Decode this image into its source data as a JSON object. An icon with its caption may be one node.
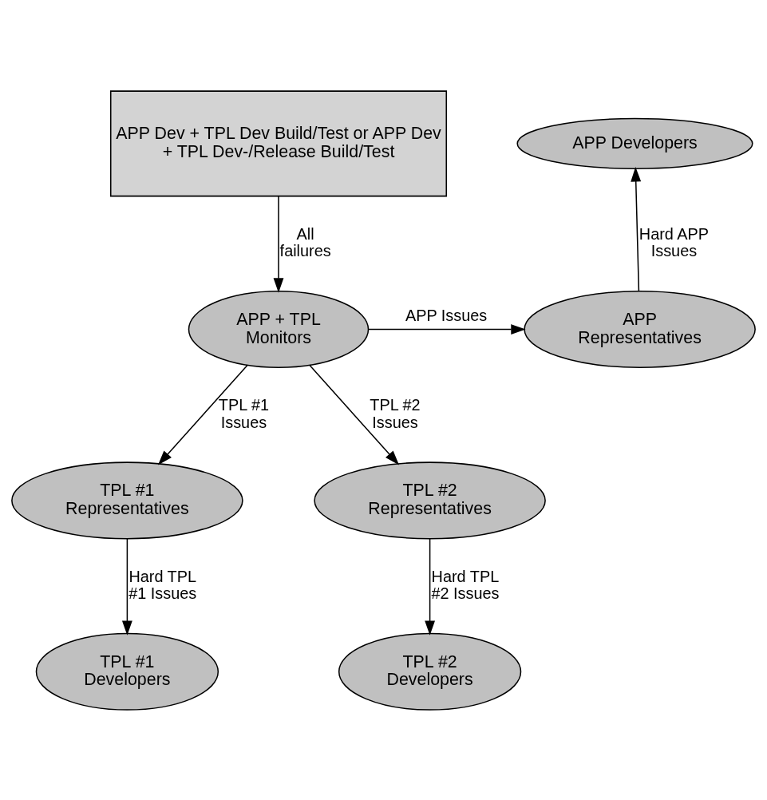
{
  "diagram": {
    "nodes": [
      {
        "text": [
          "APP Dev + TPL Dev Build/Test or APP Dev + TPL Dev-/Release Build/Test"
        ]
      },
      {
        "text": [
          "APP Developers"
        ]
      },
      {
        "text": [
          "APP + TPL Monitors"
        ]
      },
      {
        "text": [
          "APP Representatives"
        ]
      },
      {
        "text": [
          "TPL #1 Representatives"
        ]
      },
      {
        "text": [
          "TPL #2 Representatives"
        ]
      },
      {
        "text": [
          "TPL #1 Developers"
        ]
      },
      {
        "text": [
          "TPL #2 Developers"
        ]
      }
    ],
    "edges": [
      {
        "from": 0,
        "to": 2,
        "arrow": "to",
        "label": "All failures"
      },
      {
        "from": 2,
        "to": 3,
        "arrow": "to",
        "label": "APP Issues"
      },
      {
        "from": 3,
        "to": 1,
        "arrow": "to",
        "label": "Hard APP Issues"
      },
      {
        "from": 2,
        "to": 4,
        "arrow": "to",
        "label": "TPL #1 Issues"
      },
      {
        "from": 2,
        "to": 5,
        "arrow": "to",
        "label": "TPL #2 Issues"
      },
      {
        "from": 4,
        "to": 6,
        "arrow": "to",
        "label": "Hard TPL #1 Issues"
      },
      {
        "from": 5,
        "to": 7,
        "arrow": "to",
        "label": "Hard TPL #2 Issues"
      }
    ]
  }
}
